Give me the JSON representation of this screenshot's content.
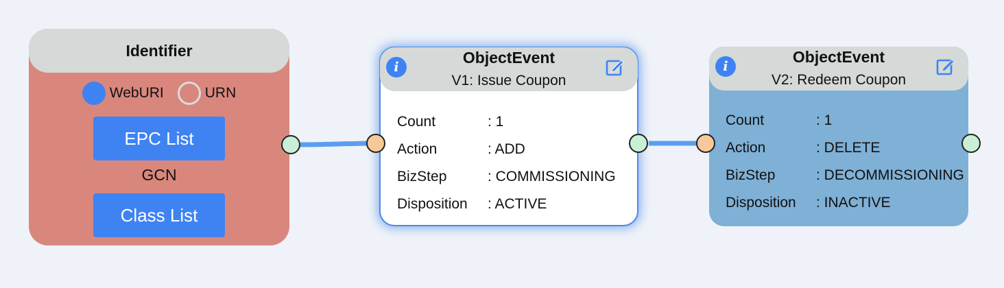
{
  "identifier_node": {
    "title": "Identifier",
    "radio_options": [
      {
        "label": "WebURI",
        "selected": true
      },
      {
        "label": "URN",
        "selected": false
      }
    ],
    "epc_button": "EPC List",
    "gcn_label": "GCN",
    "class_button": "Class List",
    "color": "#d9877d"
  },
  "event_nodes": [
    {
      "title": "ObjectEvent",
      "subtitle": "V1: Issue Coupon",
      "selected": true,
      "fields": [
        {
          "key": "Count",
          "value": ": 1"
        },
        {
          "key": "Action",
          "value": ": ADD"
        },
        {
          "key": "BizStep",
          "value": ": COMMISSIONING"
        },
        {
          "key": "Disposition",
          "value": ": ACTIVE"
        }
      ]
    },
    {
      "title": "ObjectEvent",
      "subtitle": "V2: Redeem Coupon",
      "selected": false,
      "fields": [
        {
          "key": "Count",
          "value": ": 1"
        },
        {
          "key": "Action",
          "value": ": DELETE"
        },
        {
          "key": "BizStep",
          "value": ": DECOMMISSIONING"
        },
        {
          "key": "Disposition",
          "value": ": INACTIVE"
        }
      ]
    }
  ],
  "icons": {
    "info": "info-icon",
    "edit": "edit-icon"
  },
  "colors": {
    "accent": "#3f83f3",
    "edge": "#5b9ef0",
    "out_port": "#c9efd6",
    "in_port": "#f7c99a",
    "event_plain": "#7fb0d6"
  }
}
